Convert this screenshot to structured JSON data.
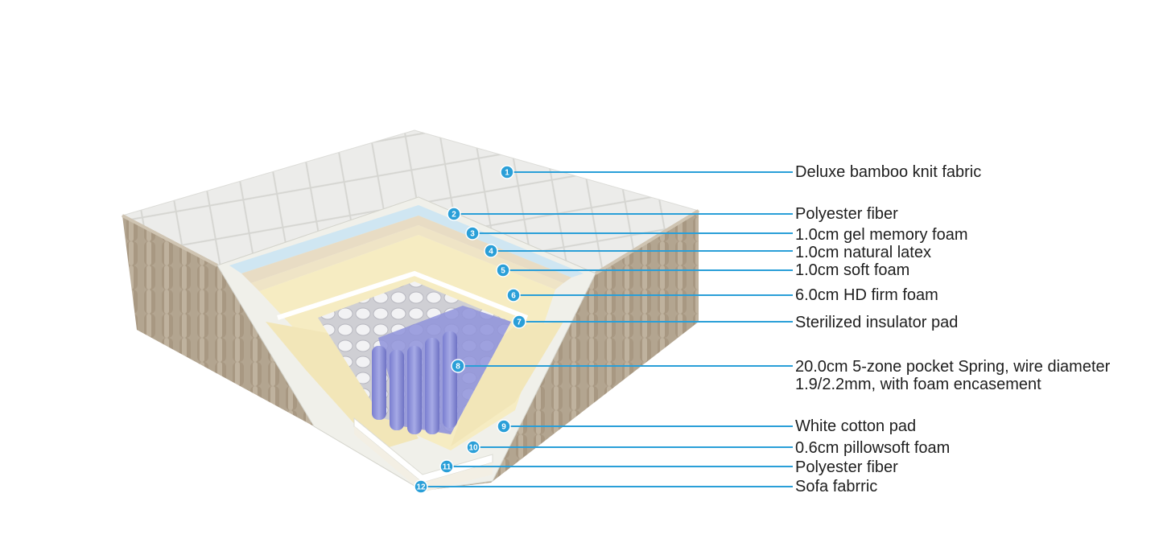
{
  "layers": [
    {
      "num": "1",
      "label": "Deluxe bamboo knit fabric"
    },
    {
      "num": "2",
      "label": "Polyester fiber"
    },
    {
      "num": "3",
      "label": "1.0cm gel memory foam"
    },
    {
      "num": "4",
      "label": "1.0cm natural latex"
    },
    {
      "num": "5",
      "label": "1.0cm soft foam"
    },
    {
      "num": "6",
      "label": "6.0cm HD firm foam"
    },
    {
      "num": "7",
      "label": "Sterilized insulator pad"
    },
    {
      "num": "8",
      "label": "20.0cm 5-zone pocket Spring, wire diameter",
      "label2": "1.9/2.2mm, with foam encasement"
    },
    {
      "num": "9",
      "label": "White cotton pad"
    },
    {
      "num": "10",
      "label": "0.6cm pillowsoft foam"
    },
    {
      "num": "11",
      "label": "Polyester fiber"
    },
    {
      "num": "12",
      "label": "Sofa fabrric"
    }
  ],
  "colors": {
    "leader": "#2a9fd8",
    "marker": "#2a9fd8",
    "fabric_top": "#ececea",
    "side_fabric": "#b3a590",
    "foam": "#f6ecc2",
    "spring_white": "#e4e4e8",
    "spring_blue": "#8f93db"
  }
}
